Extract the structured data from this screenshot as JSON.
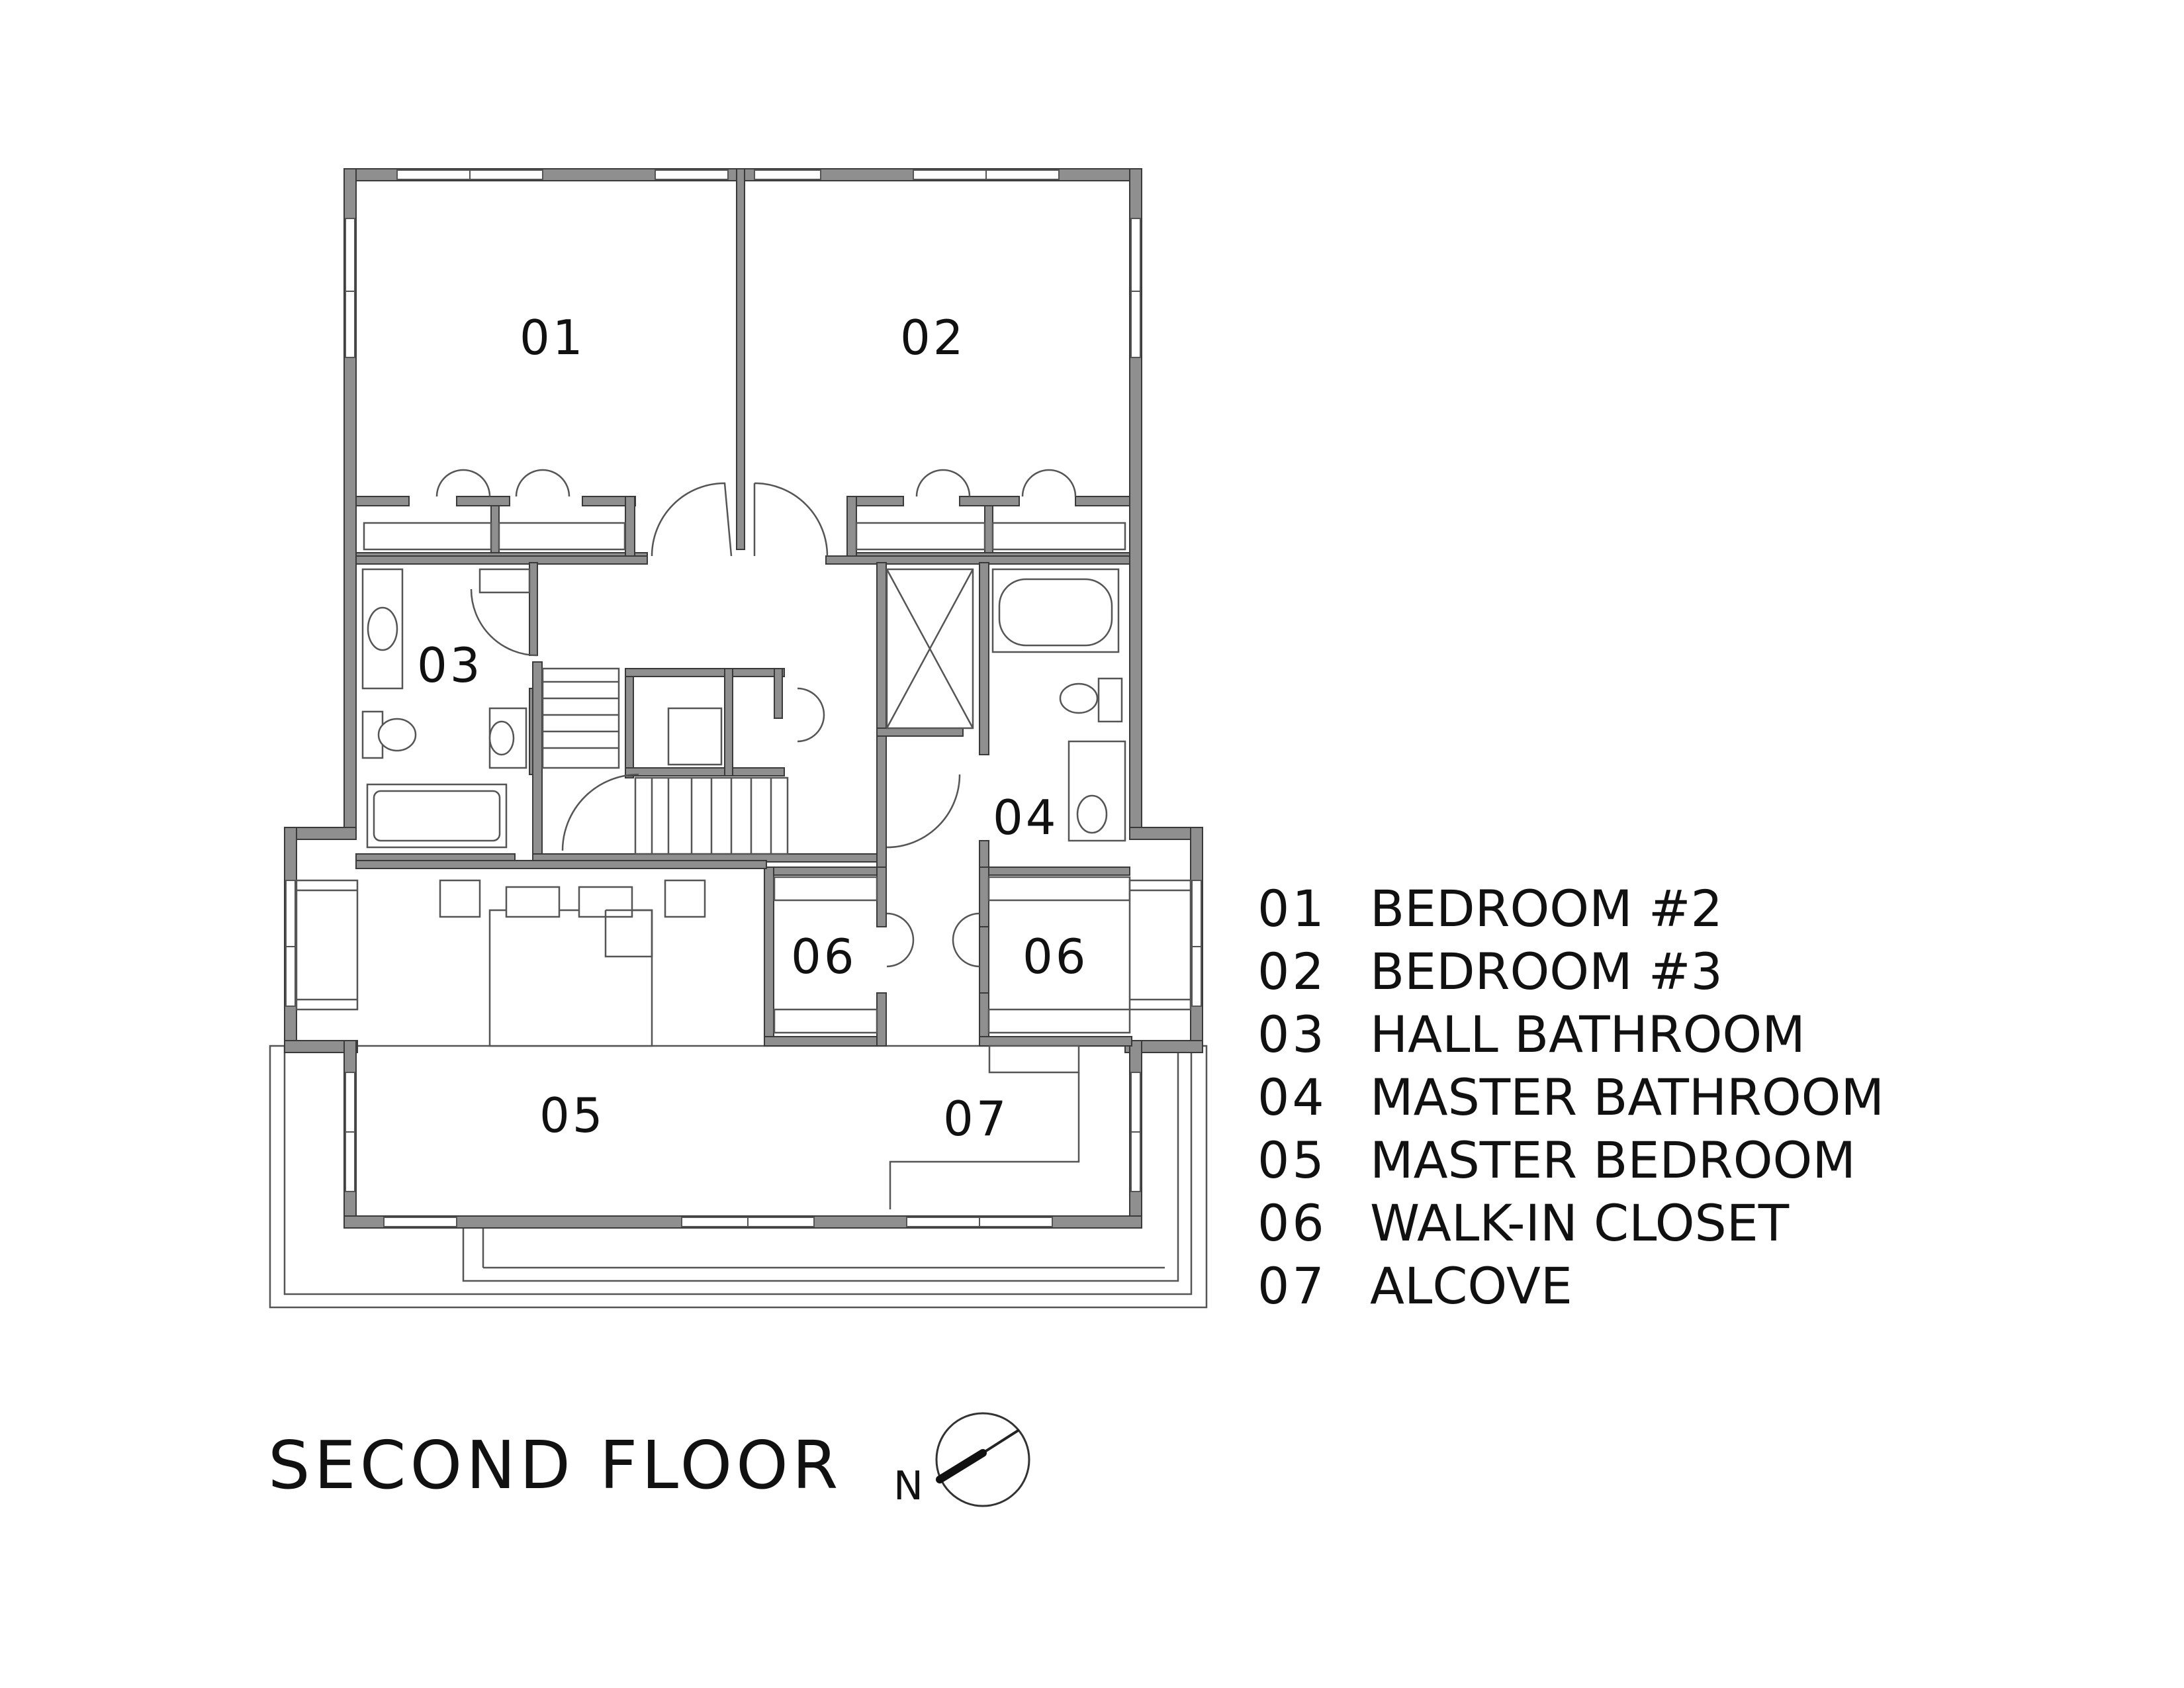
{
  "title": "SECOND FLOOR",
  "north_label": "N",
  "rooms": {
    "r01": "01",
    "r02": "02",
    "r03": "03",
    "r04": "04",
    "r05": "05",
    "r06a": "06",
    "r06b": "06",
    "r07": "07"
  },
  "legend": [
    {
      "code": "01",
      "label": "BEDROOM #2"
    },
    {
      "code": "02",
      "label": "BEDROOM #3"
    },
    {
      "code": "03",
      "label": "HALL BATHROOM"
    },
    {
      "code": "04",
      "label": "MASTER BATHROOM"
    },
    {
      "code": "05",
      "label": "MASTER BEDROOM"
    },
    {
      "code": "06",
      "label": "WALK-IN CLOSET"
    },
    {
      "code": "07",
      "label": "ALCOVE"
    }
  ]
}
